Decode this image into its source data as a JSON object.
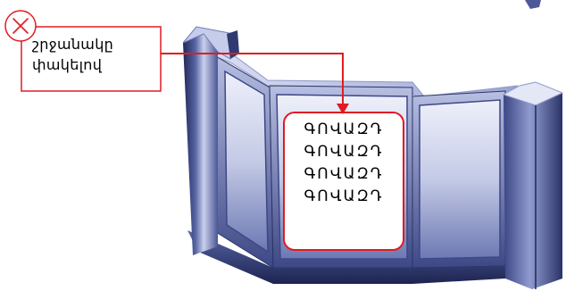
{
  "callout": {
    "close_icon": "x-circle-icon",
    "lines": [
      "շրջանակը",
      "փակելով"
    ]
  },
  "ad_panel": {
    "lines": [
      "ԳՈՎԱԶԴ",
      "ԳՈՎԱԶԴ",
      "ԳՈՎԱԶԴ",
      "ԳՈՎԱԶԴ"
    ]
  },
  "colors": {
    "accent": "#e11b22",
    "frame_dark": "#2c3566",
    "frame_mid": "#6d7bb6",
    "frame_light": "#d7dcf0"
  }
}
